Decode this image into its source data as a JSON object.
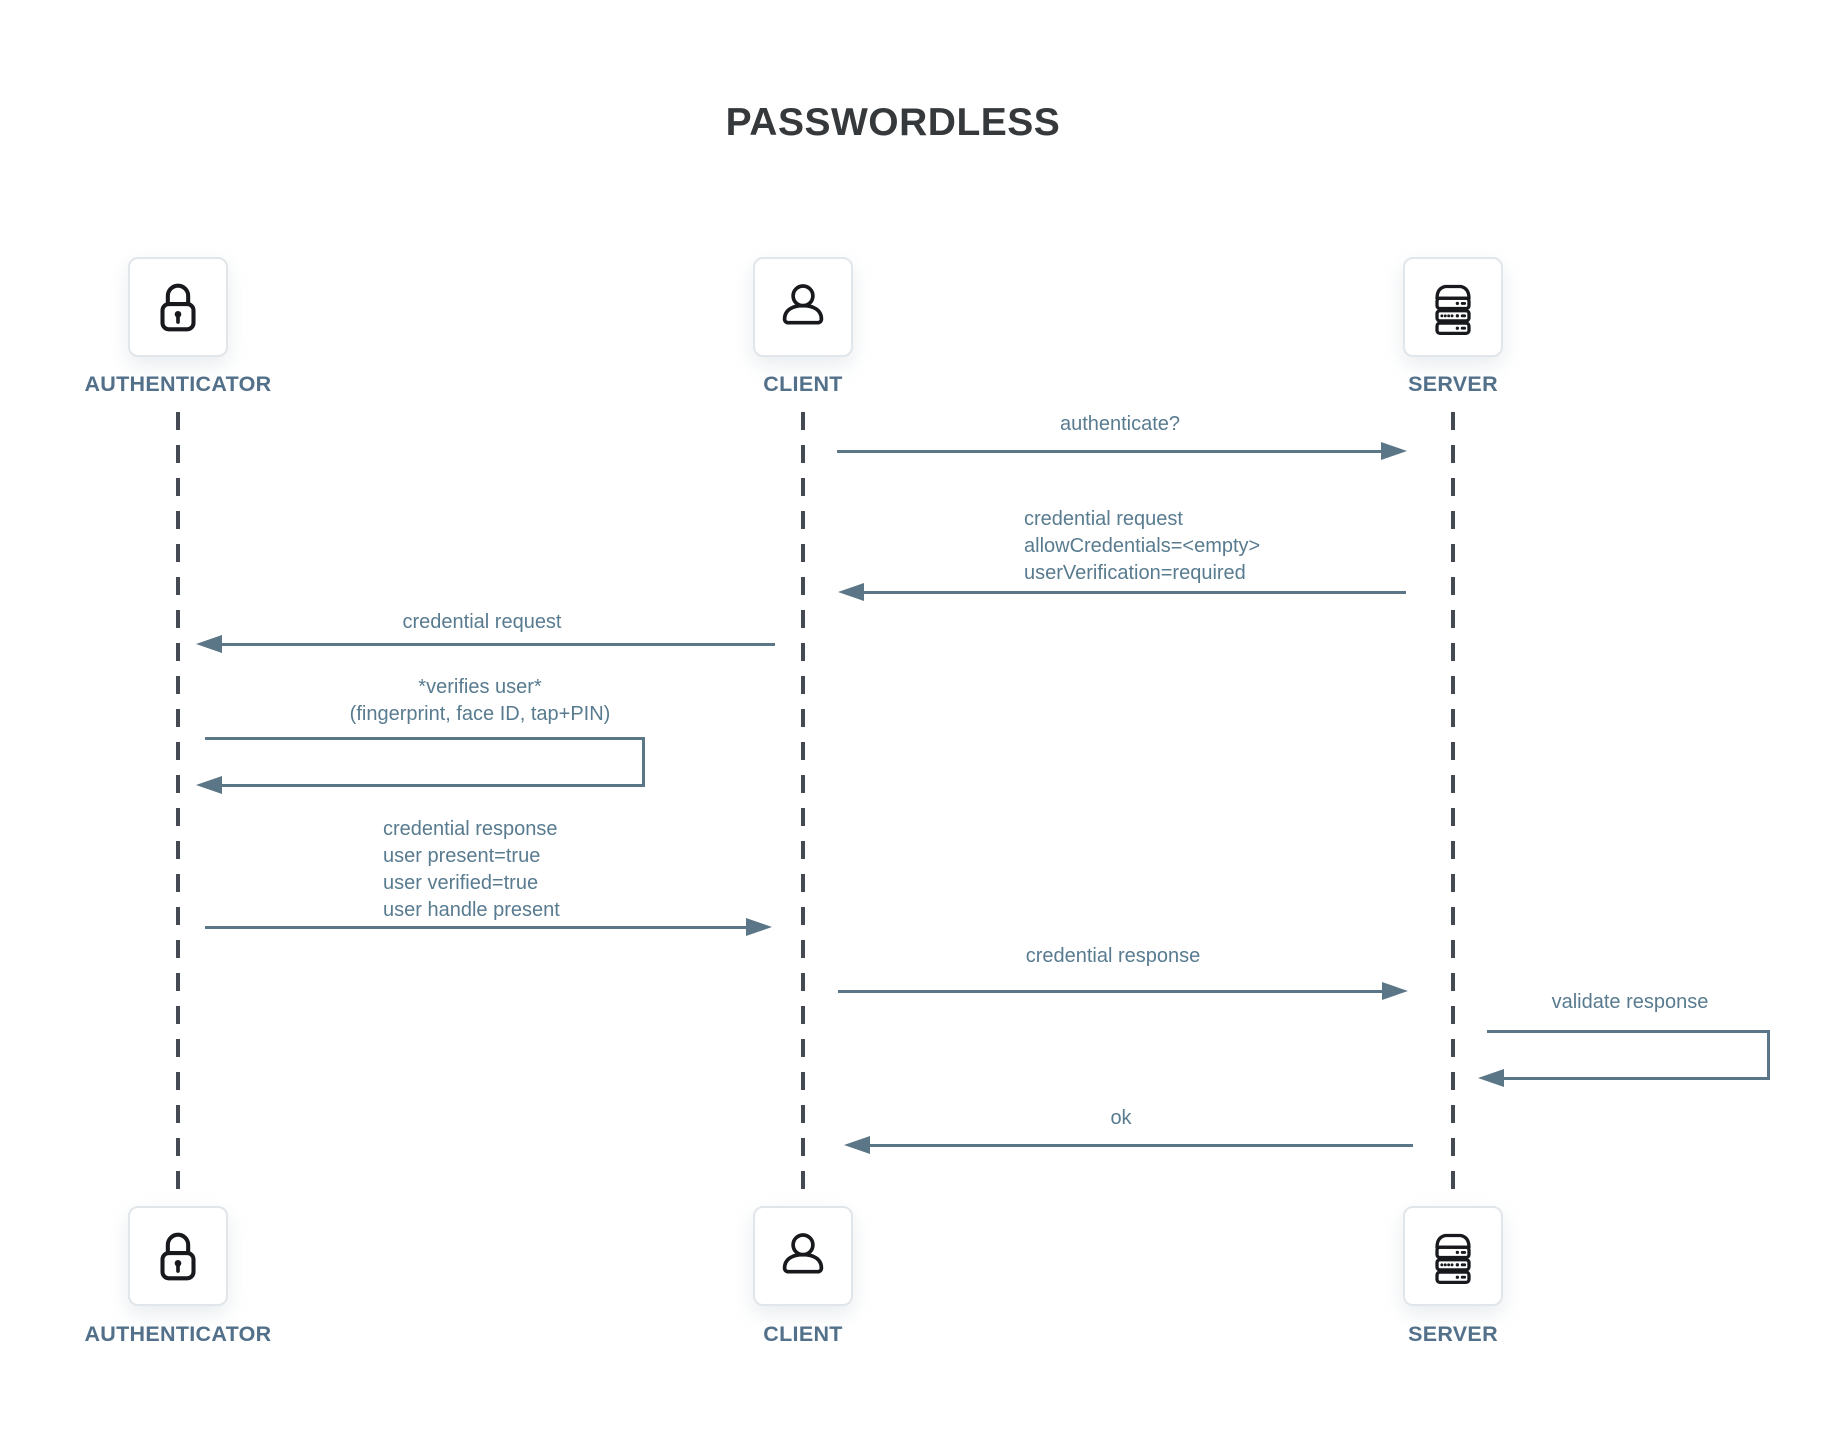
{
  "title": "PASSWORDLESS",
  "actors": {
    "authenticator": {
      "label": "AUTHENTICATOR",
      "icon": "lock-icon"
    },
    "client": {
      "label": "CLIENT",
      "icon": "person-icon"
    },
    "server": {
      "label": "SERVER",
      "icon": "server-icon"
    }
  },
  "messages": {
    "authenticate": {
      "text": "authenticate?",
      "from": "client",
      "to": "server"
    },
    "credential_request_to_client": {
      "line1": "credential request",
      "line2": "allowCredentials=<empty>",
      "line3": "userVerification=required",
      "from": "server",
      "to": "client"
    },
    "credential_request_to_authenticator": {
      "text": "credential request",
      "from": "client",
      "to": "authenticator"
    },
    "verifies_user": {
      "line1": "*verifies user*",
      "line2": "(fingerprint, face ID, tap+PIN)",
      "from": "authenticator",
      "to": "authenticator"
    },
    "credential_response_to_client": {
      "line1": "credential response",
      "line2": "user present=true",
      "line3": "user verified=true",
      "line4": "user handle present",
      "from": "authenticator",
      "to": "client"
    },
    "credential_response_to_server": {
      "text": "credential response",
      "from": "client",
      "to": "server"
    },
    "validate_response": {
      "text": "validate response",
      "from": "server",
      "to": "server"
    },
    "ok": {
      "text": "ok",
      "from": "server",
      "to": "client"
    }
  },
  "colors": {
    "message_text": "#587b90",
    "arrow": "#5b7686",
    "lifeline": "#454a52",
    "actor_label": "#527089",
    "title": "#36393c",
    "icon": "#17191d",
    "actor_box_border": "#e0e6ea"
  }
}
